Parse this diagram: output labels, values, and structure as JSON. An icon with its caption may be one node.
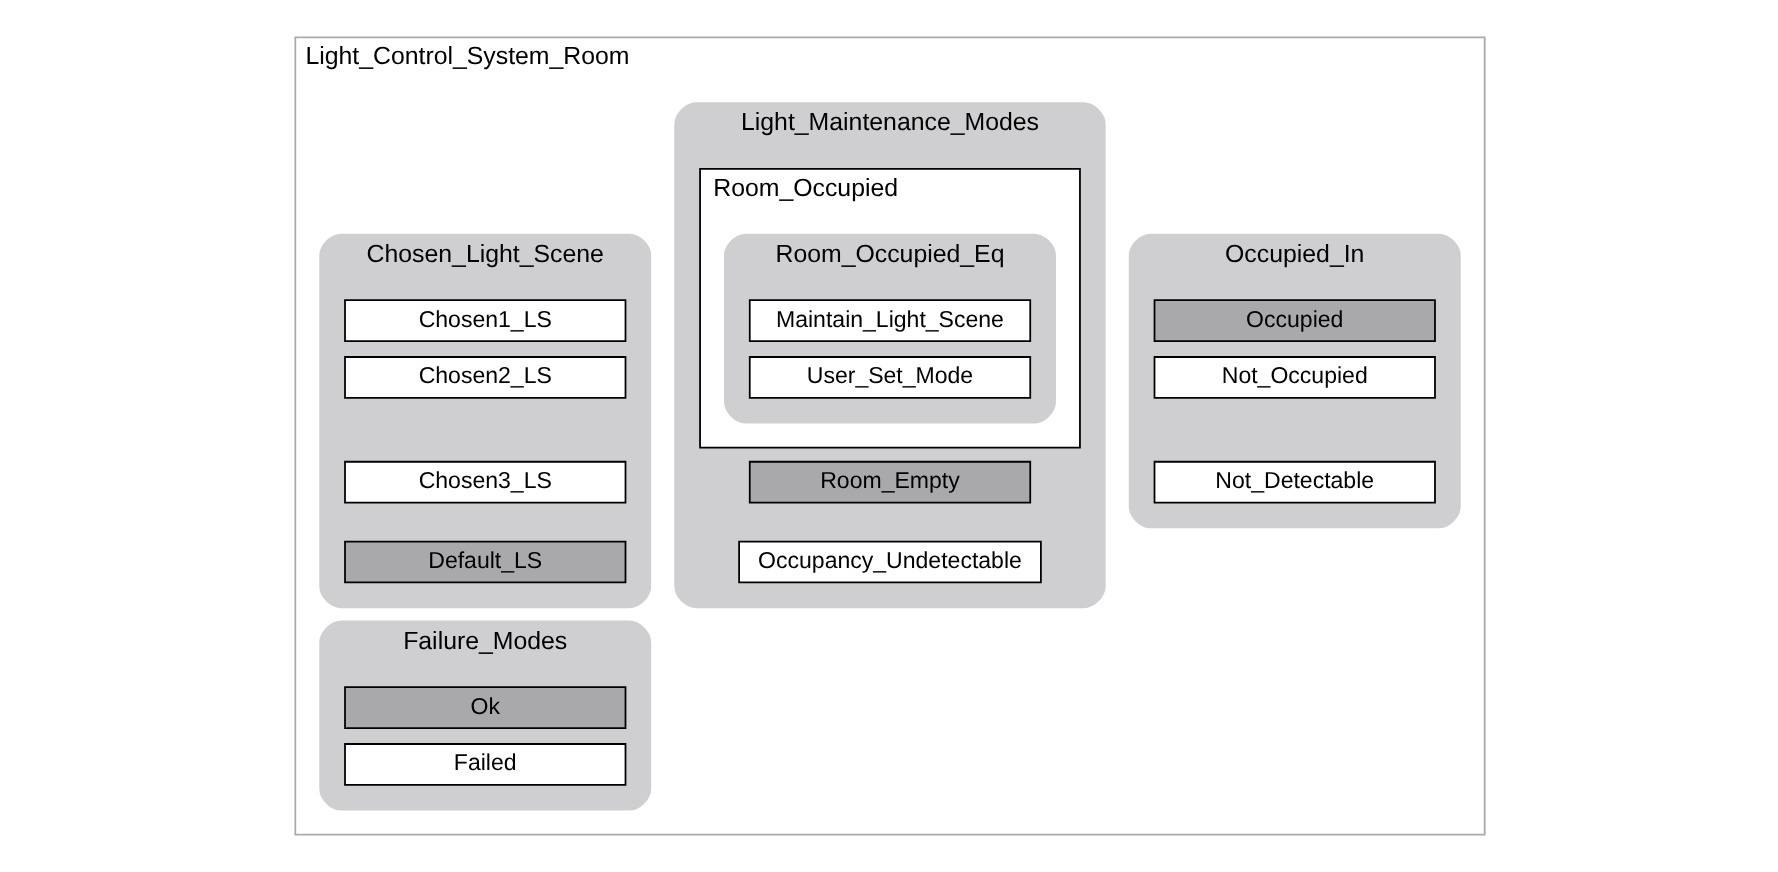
{
  "diagram": {
    "nodes": [
      {
        "text": [
          "Light_Control_System_Room"
        ]
      },
      {
        "text": [
          "Occupied_In"
        ],
        "in": 0
      },
      {
        "text": [
          "Occupied"
        ],
        "in": 1
      },
      {
        "text": [
          "Not_Occupied"
        ],
        "in": 1
      },
      {
        "text": [
          "Not_Detectable"
        ],
        "in": 1
      },
      {
        "text": [
          "Light_Maintenance_Modes"
        ],
        "in": 0
      },
      {
        "text": [
          "Room_Occupied"
        ],
        "in": 5
      },
      {
        "text": [
          "Room_Occupied_Eq"
        ],
        "in": 6
      },
      {
        "text": [
          "Maintain_Light_Scene"
        ],
        "in": 7
      },
      {
        "text": [
          "User_Set_Mode"
        ],
        "in": 7
      },
      {
        "text": [
          "Room_Empty"
        ],
        "in": 5
      },
      {
        "text": [
          "Occupancy_Undetectable"
        ],
        "in": 5
      },
      {
        "text": [
          "Chosen_Light_Scene"
        ],
        "in": 0
      },
      {
        "text": [
          "Chosen1_LS"
        ],
        "in": 12
      },
      {
        "text": [
          "Chosen2_LS"
        ],
        "in": 12
      },
      {
        "text": [
          "Chosen3_LS"
        ],
        "in": 12
      },
      {
        "text": [
          "Default_LS"
        ],
        "in": 12
      },
      {
        "text": [
          "Failure_Modes"
        ],
        "in": 0
      },
      {
        "text": [
          "Ok"
        ],
        "in": 17
      },
      {
        "text": [
          "Failed"
        ],
        "in": 17
      }
    ]
  }
}
